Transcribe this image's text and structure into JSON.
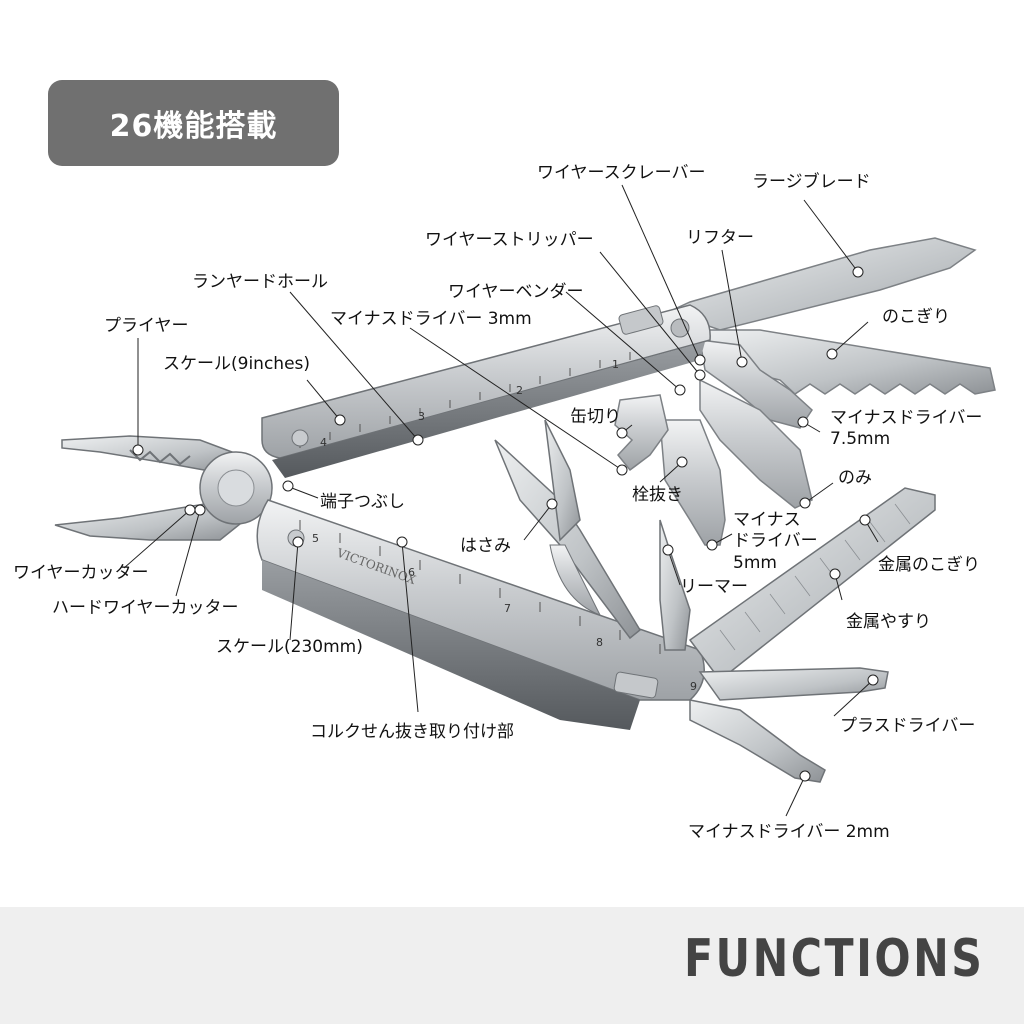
{
  "badge": {
    "text": "26機能搭載"
  },
  "scale_long_marks": [
    "4",
    "3",
    "2",
    "1"
  ],
  "scale_short_marks": [
    "5",
    "6",
    "7",
    "8",
    "9"
  ],
  "brand_engraving": "VICTORINOX",
  "labels": {
    "wire_scraper": "ワイヤースクレーバー",
    "large_blade": "ラージブレード",
    "wire_stripper": "ワイヤーストリッパー",
    "lifter": "リフター",
    "lanyard_hole": "ランヤードホール",
    "wire_bender": "ワイヤーベンダー",
    "pliers": "プライヤー",
    "flat_driver_3mm": "マイナスドライバー 3mm",
    "saw": "のこぎり",
    "scale_9in": "スケール(9inches)",
    "can_opener": "缶切り",
    "flat_driver_75mm_line1": "マイナスドライバー",
    "flat_driver_75mm_line2": "7.5mm",
    "chisel": "のみ",
    "crimper": "端子つぶし",
    "bottle_opener": "栓抜き",
    "flat_driver_5mm_line1": "マイナス",
    "flat_driver_5mm_line2": "ドライバー",
    "flat_driver_5mm_line3": "5mm",
    "scissors": "はさみ",
    "metal_saw": "金属のこぎり",
    "wire_cutter": "ワイヤーカッター",
    "reamer": "リーマー",
    "hard_wire_cutter": "ハードワイヤーカッター",
    "metal_file": "金属やすり",
    "scale_230mm": "スケール(230mm)",
    "phillips_driver": "プラスドライバー",
    "corkscrew_attach": "コルクせん抜き取り付け部",
    "flat_driver_2mm": "マイナスドライバー 2mm"
  },
  "footer": {
    "text": "FUNCTIONS"
  }
}
